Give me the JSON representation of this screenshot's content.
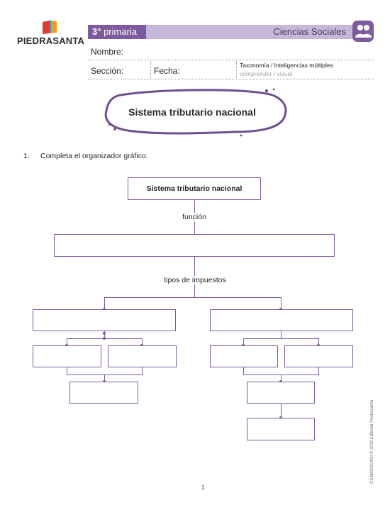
{
  "brand": {
    "name": "PIEDRASANTA",
    "logo_colors": [
      "#e53b2f",
      "#f39c1f",
      "#2aa6c9"
    ]
  },
  "header": {
    "grade_number": "3°",
    "grade_label": "primaria",
    "subject": "Ciencias Sociales",
    "subject_icon": "people-icon",
    "accent_color": "#7d5b9e",
    "band_color": "#c7b6d8"
  },
  "fields": {
    "nombre_label": "Nombre:",
    "seccion_label": "Sección:",
    "fecha_label": "Fecha:",
    "taxonomy_title": "Taxonomía / Inteligencias múltiples",
    "taxonomy_sub": "comprender  / visual"
  },
  "banner": {
    "title": "Sistema tributario nacional"
  },
  "instruction": {
    "number": "1.",
    "text": "Completa el organizador gráfico."
  },
  "organizer": {
    "root": "Sistema tributario nacional",
    "connector_1": "función",
    "connector_2": "tipos de impuestos"
  },
  "footer": {
    "page_number": "1",
    "side_code": "CS3M3020400 © 2018 Editorial Piedrasanta"
  }
}
